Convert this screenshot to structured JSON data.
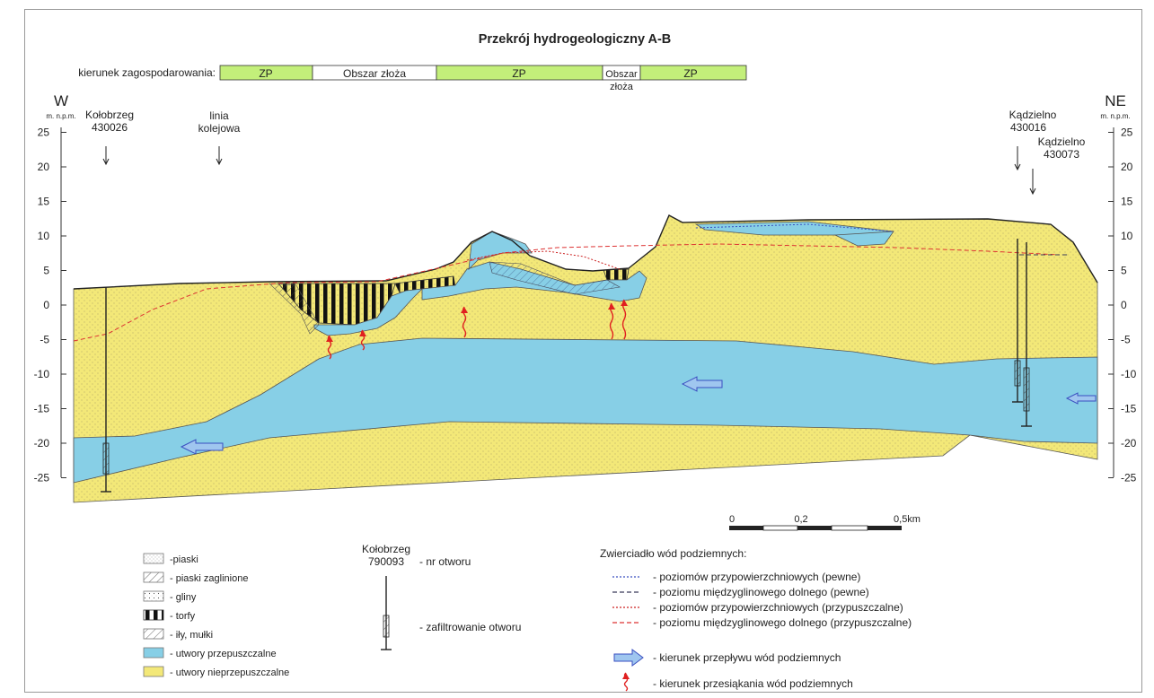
{
  "title": "Przekrój hydrogeologiczny A-B",
  "land_use": {
    "label": "kierunek zagospodarowania:",
    "segments": [
      "ZP",
      "Obszar złoża",
      "ZP",
      "Obszar złoża",
      "ZP"
    ]
  },
  "direction": {
    "left": "W",
    "right": "NE"
  },
  "axis": {
    "unit": "m. n.p.m.",
    "ticks": [
      "25",
      "20",
      "15",
      "10",
      "5",
      "0",
      "-5",
      "-10",
      "-15",
      "-20",
      "-25"
    ]
  },
  "wells": [
    {
      "name": "Kołobrzeg",
      "number": "430026"
    },
    {
      "name": "Kądzielno",
      "number": "430016"
    },
    {
      "name": "Kądzielno",
      "number": "430073"
    }
  ],
  "railway": "linia kolejowa",
  "scale": {
    "labels": [
      "0",
      "0,2",
      "0,5km"
    ]
  },
  "legend": {
    "lithology": [
      {
        "key": "piaski",
        "label": "-piaski"
      },
      {
        "key": "piaski-zaglinione",
        "label": "- piaski zaglinione"
      },
      {
        "key": "gliny",
        "label": "- gliny"
      },
      {
        "key": "torfy",
        "label": "- torfy"
      },
      {
        "key": "ily",
        "label": "- iły, mułki"
      },
      {
        "key": "przepuszczalne",
        "label": "- utwory przepuszczalne"
      },
      {
        "key": "nieprzepuszczalne",
        "label": "- utwory nieprzepuszczalne"
      }
    ],
    "well_example": {
      "name": "Kołobrzeg",
      "number": "790093",
      "nr_label": "- nr otworu",
      "filter_label": "- zafiltrowanie otworu"
    },
    "water_title": "Zwierciadło wód podziemnych:",
    "water_levels": [
      {
        "label": "- poziomów przypowierzchniowych (pewne)",
        "color": "#3a4fc0"
      },
      {
        "label": "- poziomu międzyglinowego dolnego (pewne)",
        "color": "#3a3a5a"
      },
      {
        "label": "- poziomów przypowierzchniowych (przypuszczalne)",
        "color": "#cc2222"
      },
      {
        "label": "- poziomu międzyglinowego dolnego (przypuszczalne)",
        "color": "#dd3333"
      }
    ],
    "flow_label": "- kierunek przepływu wód podziemnych",
    "seep_label": "- kierunek przesiąkania wód podziemnych"
  },
  "colors": {
    "impermeable": "#f3e878",
    "permeable": "#87cfe6",
    "landuse_zp": "#c3ef7a",
    "arrow": "#9fc6ef",
    "seep": "#e02020"
  }
}
